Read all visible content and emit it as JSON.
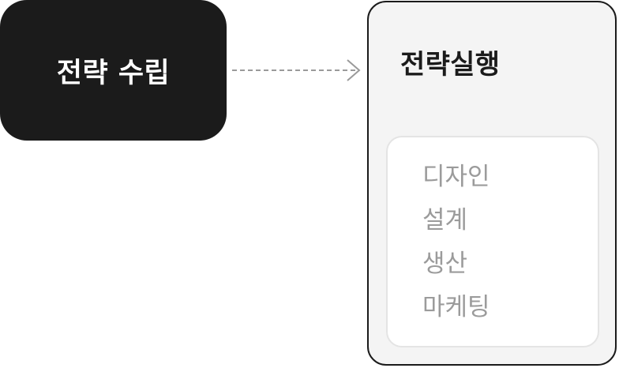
{
  "diagram": {
    "source_node": {
      "label": "전략 수립"
    },
    "target_node": {
      "title": "전략실행",
      "items": [
        "디자인",
        "설계",
        "생산",
        "마케팅"
      ]
    },
    "edge": {
      "style": "dashed-arrow",
      "from": "전략 수립",
      "to": "전략실행"
    },
    "colors": {
      "dark_fill": "#1b1b1b",
      "panel_fill": "#f4f4f4",
      "card_border": "#e4e4e4",
      "item_text": "#9b9b9b",
      "arrow": "#9a9a9a"
    }
  }
}
